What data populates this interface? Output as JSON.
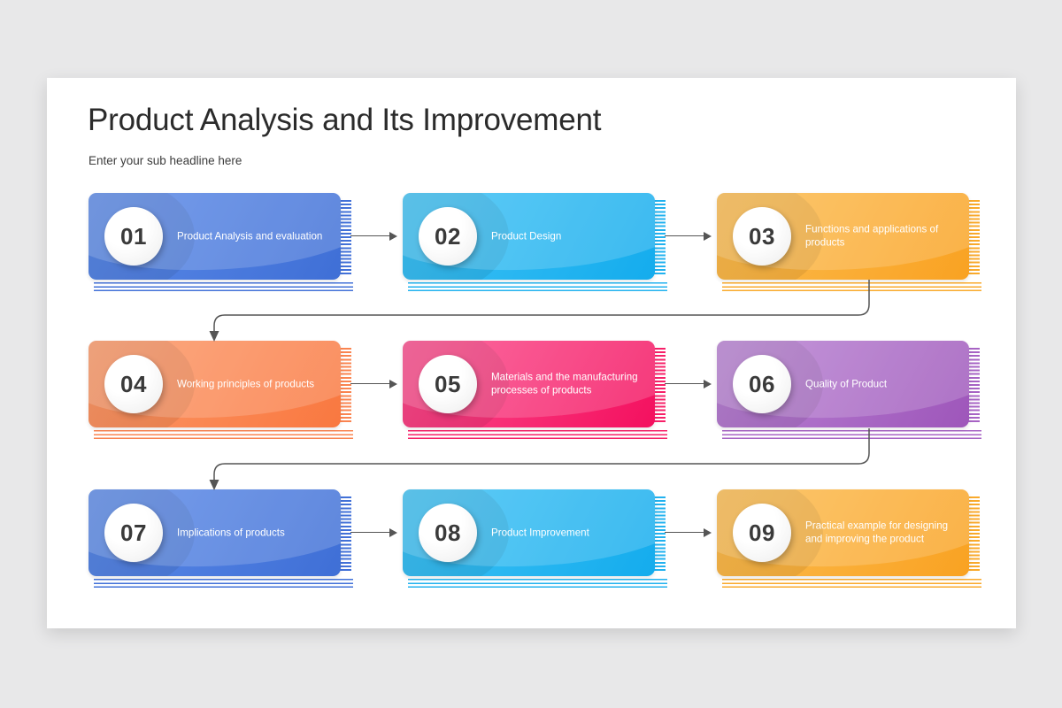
{
  "slide": {
    "title": "Product Analysis and Its Improvement",
    "subtitle": "Enter your sub headline here",
    "background_color": "#e8e8e9",
    "canvas_color": "#ffffff"
  },
  "flow": {
    "connector_color": "#555555",
    "horizontal_arrows": [
      {
        "name": "arrow-01-to-02"
      },
      {
        "name": "arrow-02-to-03"
      },
      {
        "name": "arrow-04-to-05"
      },
      {
        "name": "arrow-05-to-06"
      },
      {
        "name": "arrow-07-to-08"
      },
      {
        "name": "arrow-08-to-09"
      }
    ],
    "elbow_connectors": [
      {
        "name": "elbow-03-to-04"
      },
      {
        "name": "elbow-06-to-07"
      }
    ]
  },
  "steps": [
    {
      "number": "01",
      "label": "Product Analysis and evaluation",
      "color_from": "#5b8ae8",
      "color_to": "#3f6fd6",
      "accent": "#4271d8"
    },
    {
      "number": "02",
      "label": "Product Design",
      "color_from": "#3fc2f5",
      "color_to": "#14aced",
      "accent": "#22b2ef"
    },
    {
      "number": "03",
      "label": "Functions and applications of products",
      "color_from": "#fcbd51",
      "color_to": "#f9a222",
      "accent": "#f9aa2c"
    },
    {
      "number": "04",
      "label": "Working principles of products",
      "color_from": "#fc9968",
      "color_to": "#f97840",
      "accent": "#fa8450"
    },
    {
      "number": "05",
      "label": "Materials and the manufacturing processes of products",
      "color_from": "#fb4c8c",
      "color_to": "#f4105f",
      "accent": "#f72068"
    },
    {
      "number": "06",
      "label": "Quality of Product",
      "color_from": "#b983d4",
      "color_to": "#9e56ba",
      "accent": "#a763c4"
    },
    {
      "number": "07",
      "label": "Implications of products",
      "color_from": "#5b8ae8",
      "color_to": "#3f6fd6",
      "accent": "#4271d8"
    },
    {
      "number": "08",
      "label": "Product Improvement",
      "color_from": "#3fc2f5",
      "color_to": "#14aced",
      "accent": "#22b2ef"
    },
    {
      "number": "09",
      "label": "Practical example for designing and improving the product",
      "color_from": "#fcbd51",
      "color_to": "#f9a222",
      "accent": "#f9aa2c"
    }
  ]
}
